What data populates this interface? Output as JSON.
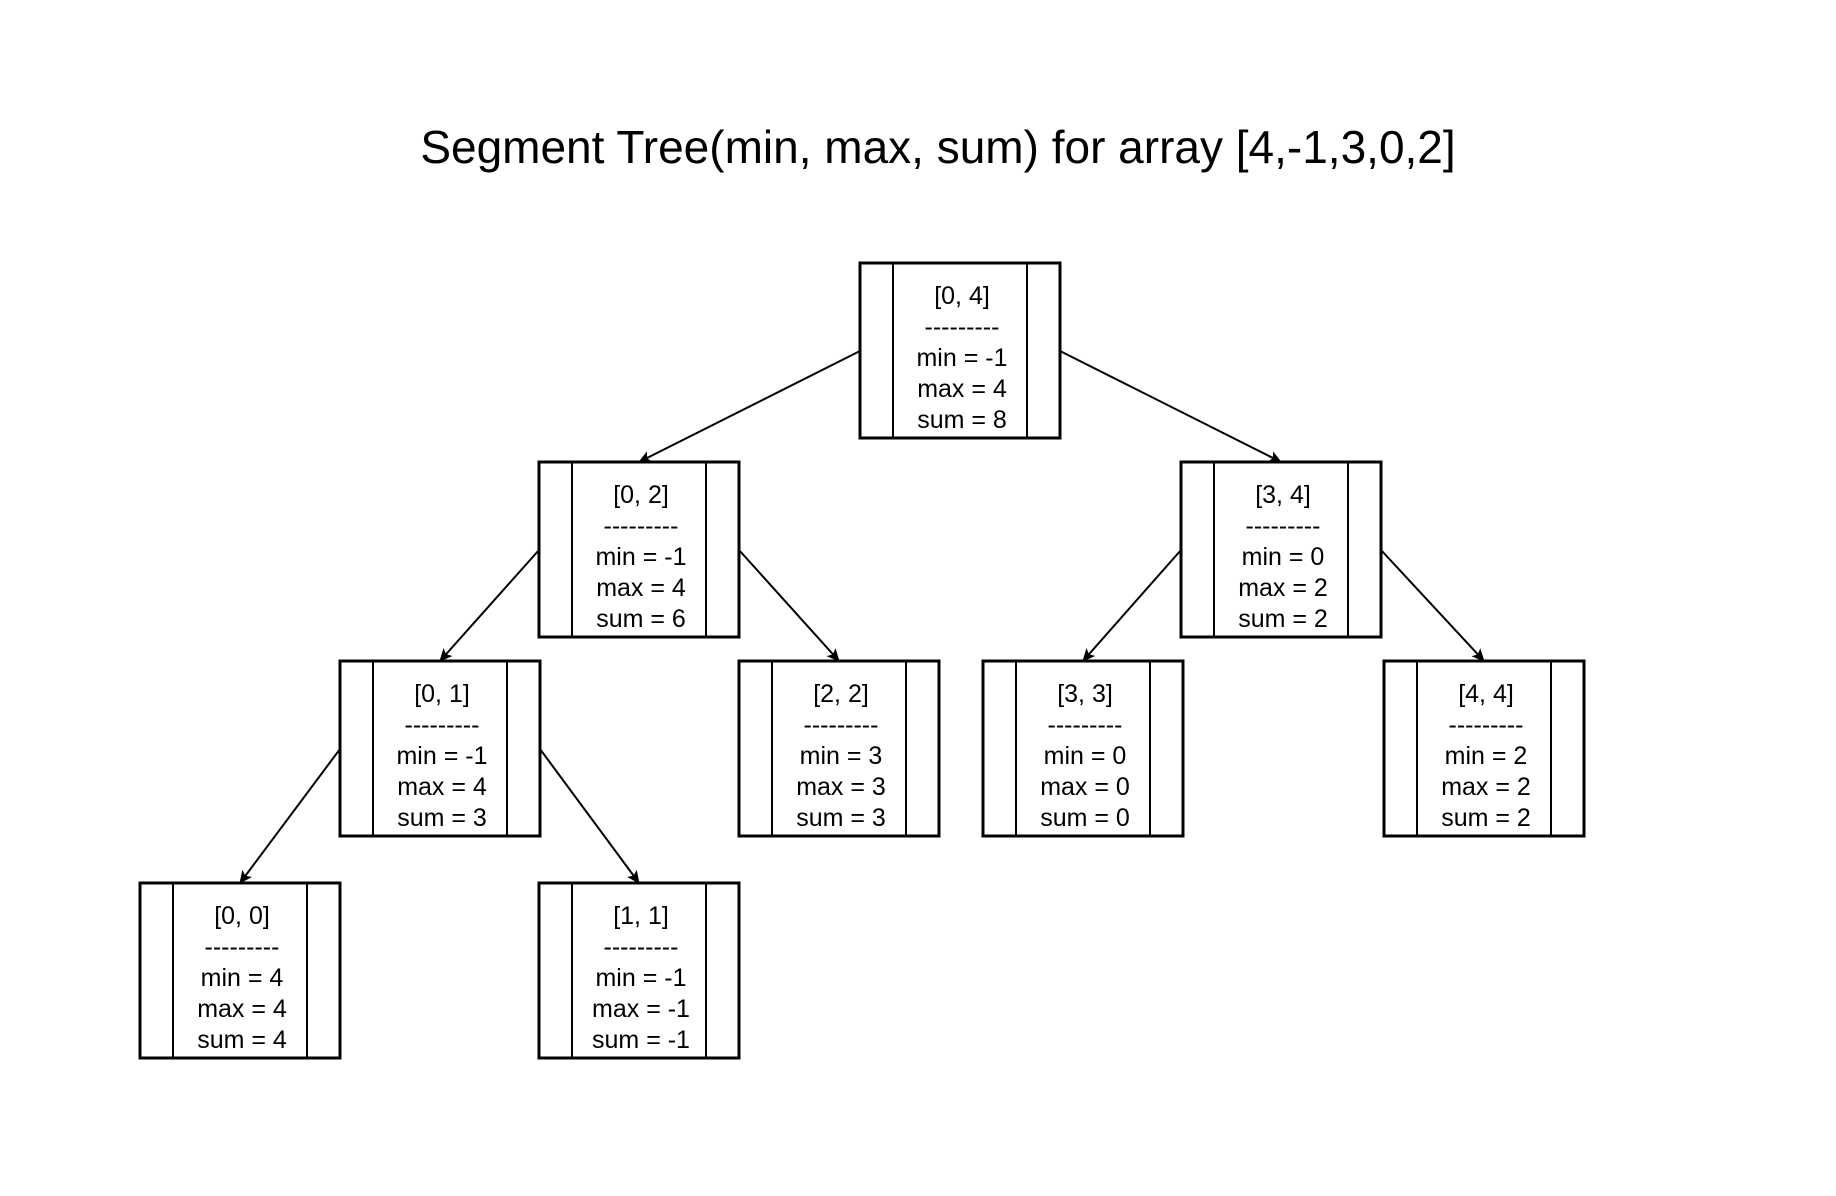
{
  "title": "Segment Tree(min, max, sum) for array [4,-1,3,0,2]",
  "separator": "---------",
  "nodes": [
    {
      "id": "n04",
      "range": "[0, 4]",
      "min": "min = -1",
      "max": "max = 4",
      "sum": "sum = 8"
    },
    {
      "id": "n02",
      "range": "[0, 2]",
      "min": "min = -1",
      "max": "max = 4",
      "sum": "sum = 6"
    },
    {
      "id": "n34",
      "range": "[3, 4]",
      "min": "min = 0",
      "max": "max = 2",
      "sum": "sum = 2"
    },
    {
      "id": "n01",
      "range": "[0, 1]",
      "min": "min = -1",
      "max": "max = 4",
      "sum": "sum = 3"
    },
    {
      "id": "n22",
      "range": "[2, 2]",
      "min": "min = 3",
      "max": "max = 3",
      "sum": "sum = 3"
    },
    {
      "id": "n33",
      "range": "[3, 3]",
      "min": "min = 0",
      "max": "max = 0",
      "sum": "sum = 0"
    },
    {
      "id": "n44",
      "range": "[4, 4]",
      "min": "min = 2",
      "max": "max = 2",
      "sum": "sum = 2"
    },
    {
      "id": "n00",
      "range": "[0, 0]",
      "min": "min = 4",
      "max": "max = 4",
      "sum": "sum = 4"
    },
    {
      "id": "n11",
      "range": "[1, 1]",
      "min": "min = -1",
      "max": "max = -1",
      "sum": "sum = -1"
    }
  ],
  "edges": [
    {
      "from": "n04",
      "to": "n02"
    },
    {
      "from": "n04",
      "to": "n34"
    },
    {
      "from": "n02",
      "to": "n01"
    },
    {
      "from": "n02",
      "to": "n22"
    },
    {
      "from": "n34",
      "to": "n33"
    },
    {
      "from": "n34",
      "to": "n44"
    },
    {
      "from": "n01",
      "to": "n00"
    },
    {
      "from": "n01",
      "to": "n11"
    }
  ]
}
